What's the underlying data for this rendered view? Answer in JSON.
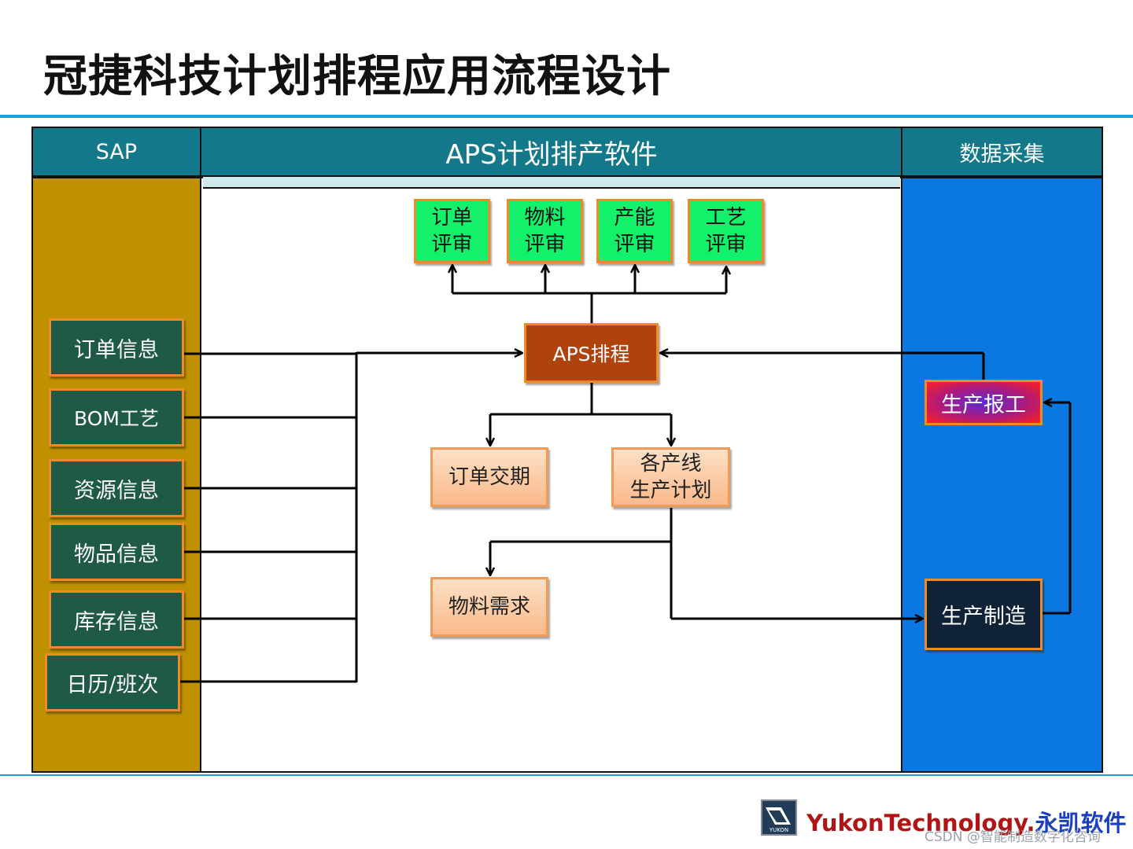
{
  "title": "冠捷科技计划排程应用流程设计",
  "columns": {
    "sap": "SAP",
    "aps": "APS计划排产软件",
    "data_collection": "数据采集"
  },
  "sap_items": [
    "订单信息",
    "BOM工艺",
    "资源信息",
    "物品信息",
    "库存信息",
    "日历/班次"
  ],
  "reviews": [
    {
      "line1": "订单",
      "line2": "评审"
    },
    {
      "line1": "物料",
      "line2": "评审"
    },
    {
      "line1": "产能",
      "line2": "评审"
    },
    {
      "line1": "工艺",
      "line2": "评审"
    }
  ],
  "aps_scheduling": "APS排程",
  "order_delivery": "订单交期",
  "line_plan": {
    "line1": "各产线",
    "line2": "生产计划"
  },
  "material_demand": "物料需求",
  "production_report": "生产报工",
  "production_manufacturing": "生产制造",
  "footer": {
    "logo_mark": "YUKON",
    "brand_en": "YukonTechnology.",
    "brand_cn": "永凯软件",
    "watermark": "CSDN @智能制造数字化咨询"
  },
  "colors": {
    "header": "#12788a",
    "sap_column": "#bf9000",
    "data_column": "#0a78e0",
    "review_box": "#13f06a",
    "aps_box": "#b0420e",
    "accent_rule": "#19a4d8"
  }
}
